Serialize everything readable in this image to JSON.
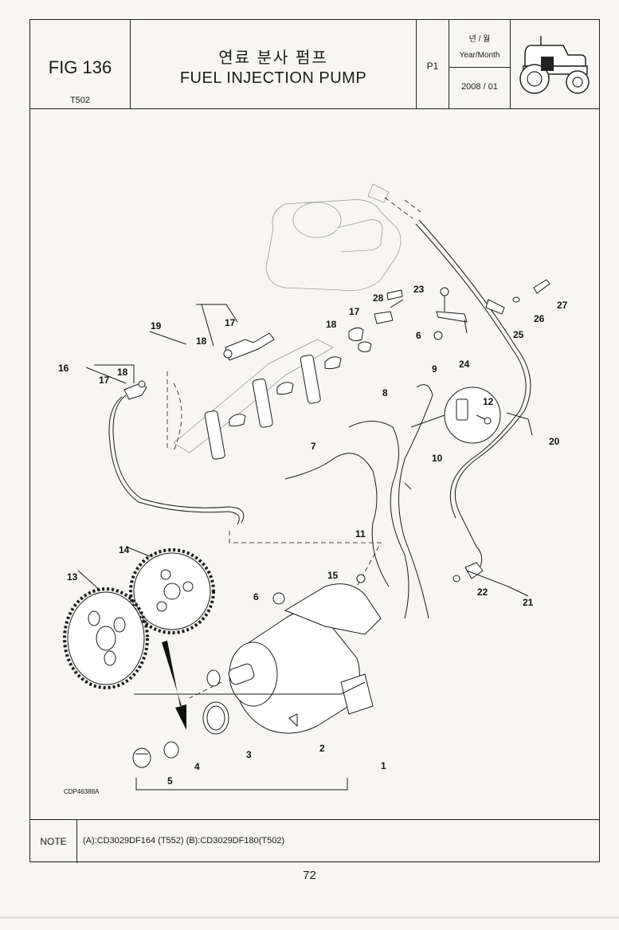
{
  "header": {
    "fig_label": "FIG 136",
    "fig_code": "T502",
    "title_ko": "연료 분사 펌프",
    "title_en": "FUEL INJECTION PUMP",
    "page_code": "P1",
    "ym_label_ko": "년 / 월",
    "ym_label_en": "Year/Month",
    "ym_value": "2008 / 01"
  },
  "drawing": {
    "ref_code": "CDP46388A",
    "callouts": [
      "1",
      "2",
      "3",
      "4",
      "5",
      "6",
      "6",
      "7",
      "8",
      "9",
      "10",
      "11",
      "12",
      "13",
      "14",
      "15",
      "16",
      "17",
      "17",
      "17",
      "18",
      "18",
      "18",
      "19",
      "20",
      "21",
      "22",
      "23",
      "24",
      "25",
      "26",
      "27",
      "28"
    ]
  },
  "note": {
    "label": "NOTE",
    "text": "(A):CD3029DF164 (T552)  (B):CD3029DF180(T502)"
  },
  "footer": {
    "page_number": "72"
  }
}
